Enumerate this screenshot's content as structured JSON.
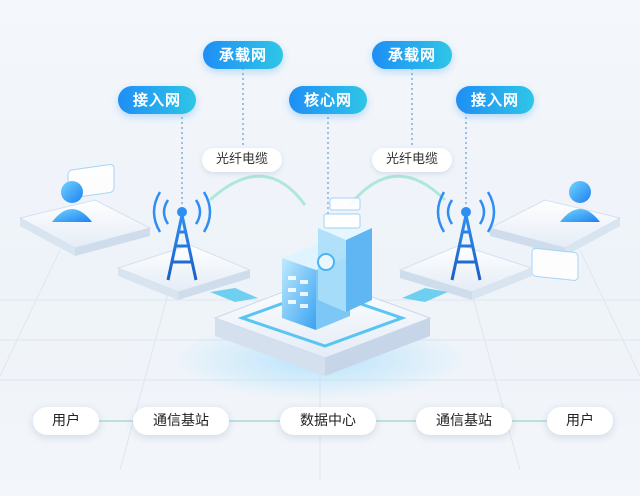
{
  "network_labels": {
    "access_left": "接入网",
    "bearer_left": "承载网",
    "core": "核心网",
    "bearer_right": "承载网",
    "access_right": "接入网"
  },
  "links": {
    "fiber_left": "光纤电缆",
    "fiber_right": "光纤电缆"
  },
  "flow": [
    "用户",
    "通信基站",
    "数据中心",
    "通信基站",
    "用户"
  ],
  "colors": {
    "accent_start": "#1f8ef5",
    "accent_end": "#2ec6e6",
    "dotted_line": "#7aaee8",
    "fiber_arc": "#9fe3d6"
  },
  "icons": [
    "user-icon",
    "signal-tower-icon",
    "data-center-icon",
    "signal-tower-icon",
    "user-icon"
  ]
}
